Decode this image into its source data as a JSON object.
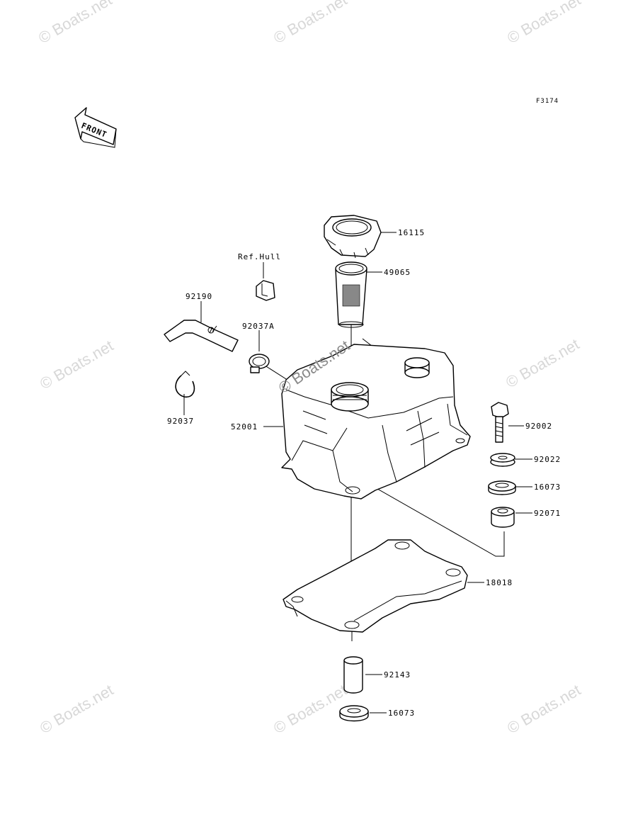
{
  "figure_code": "F3174",
  "front_label": "FRONT",
  "ref_label": "Ref.Hull",
  "watermark": "© Boats.net",
  "parts": {
    "p16115": "16115",
    "p49065": "49065",
    "p92190": "92190",
    "p92037A": "92037A",
    "p92037": "92037",
    "p52001": "52001",
    "p92002": "92002",
    "p92022": "92022",
    "p16073a": "16073",
    "p92071": "92071",
    "p18018": "18018",
    "p92143": "92143",
    "p16073b": "16073"
  }
}
